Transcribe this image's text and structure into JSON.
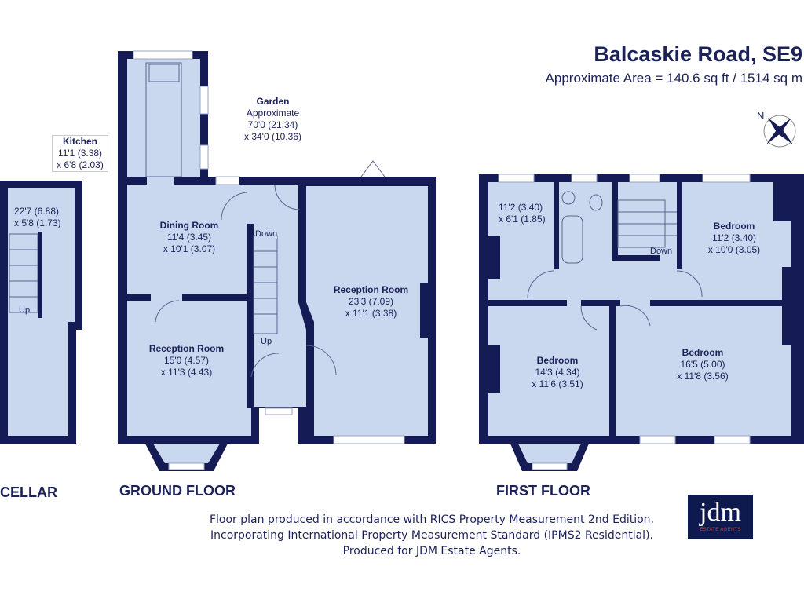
{
  "header": {
    "title": "Balcaskie Road, SE9",
    "area": "Approximate Area = 140.6 sq ft / 1514 sq m"
  },
  "compass": {
    "label": "N"
  },
  "floors": {
    "cellar": "CELLAR",
    "ground": "GROUND FLOOR",
    "first": "FIRST FLOOR"
  },
  "rooms": {
    "cellar": {
      "dim1": "22'7 (6.88)",
      "dim2": "x 5'8 (1.73)",
      "stairs": "Up"
    },
    "kitchen": {
      "name": "Kitchen",
      "dim1": "11'1 (3.38)",
      "dim2": "x 6'8 (2.03)"
    },
    "garden": {
      "name": "Garden",
      "note": "Approximate",
      "dim1": "70'0 (21.34)",
      "dim2": "x 34'0 (10.36)"
    },
    "dining": {
      "name": "Dining Room",
      "dim1": "11'4 (3.45)",
      "dim2": "x 10'1 (3.07)"
    },
    "reception_front": {
      "name": "Reception Room",
      "dim1": "15'0 (4.57)",
      "dim2": "x 11'3 (4.43)"
    },
    "reception_long": {
      "name": "Reception Room",
      "dim1": "23'3 (7.09)",
      "dim2": "x 11'1 (3.38)"
    },
    "hall": {
      "stairs_down": "Down",
      "stairs_up": "Up"
    },
    "ff_small": {
      "dim1": "11'2 (3.40)",
      "dim2": "x 6'1 (1.85)"
    },
    "ff_bed_rear": {
      "name": "Bedroom",
      "dim1": "11'2 (3.40)",
      "dim2": "x 10'0 (3.05)"
    },
    "ff_landing": {
      "stairs_down": "Down"
    },
    "ff_bed_front_left": {
      "name": "Bedroom",
      "dim1": "14'3 (4.34)",
      "dim2": "x 11'6 (3.51)"
    },
    "ff_bed_front_right": {
      "name": "Bedroom",
      "dim1": "16'5 (5.00)",
      "dim2": "x 11'8 (3.56)"
    }
  },
  "footer": {
    "line1": "Floor plan produced in accordance with RICS Property Measurement 2nd Edition,",
    "line2": "Incorporating International Property Measurement Standard (IPMS2 Residential).",
    "line3": "Produced for JDM Estate Agents."
  },
  "logo": {
    "text": "jdm",
    "sub": "ESTATE AGENTS"
  },
  "colors": {
    "wall": "#151b55",
    "room": "#c9d8ef",
    "text": "#1c2159",
    "logo_bg": "#0e1a4e",
    "logo_accent": "#d8343c"
  }
}
